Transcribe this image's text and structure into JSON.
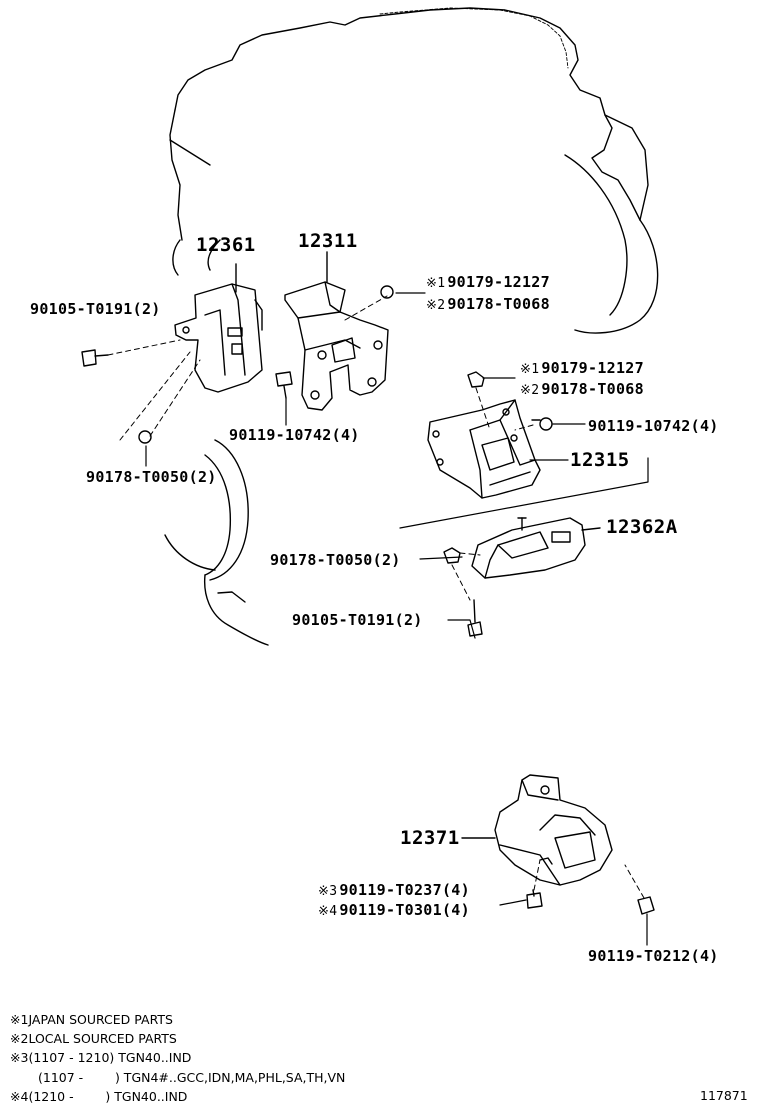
{
  "parts": {
    "p12361": "12361",
    "p12311": "12311",
    "p12315": "12315",
    "p12362A": "12362A",
    "p12371": "12371",
    "bolt_left": "90105-T0191(2)",
    "nut_left": "90178-T0050(2)",
    "bolt_mid": "90119-10742(4)",
    "nut_top_1": "90179-12127",
    "nut_top_2": "90178-T0068",
    "nut_mid_1": "90179-12127",
    "nut_mid_2": "90178-T0068",
    "bolt_right": "90119-10742(4)",
    "nut_lower": "90178-T0050(2)",
    "bolt_lower": "90105-T0191(2)",
    "bolt_bottom_3": "90119-T0237(4)",
    "bolt_bottom_4": "90119-T0301(4)",
    "bolt_bottom_right": "90119-T0212(4)"
  },
  "marks": {
    "m1": "※1",
    "m2": "※2",
    "m3": "※3",
    "m4": "※4"
  },
  "notes": {
    "n1_mark": "※1",
    "n1": "JAPAN SOURCED PARTS",
    "n2_mark": "※2",
    "n2": "LOCAL SOURCED PARTS",
    "n3_mark": "※3",
    "n3": "(1107 - 1210) TGN40..IND",
    "n3b": "(1107 -        ) TGN4#..GCC,IDN,MA,PHL,SA,TH,VN",
    "n4_mark": "※4",
    "n4": "(1210 -        ) TGN40..IND"
  },
  "figure_number": "117871"
}
